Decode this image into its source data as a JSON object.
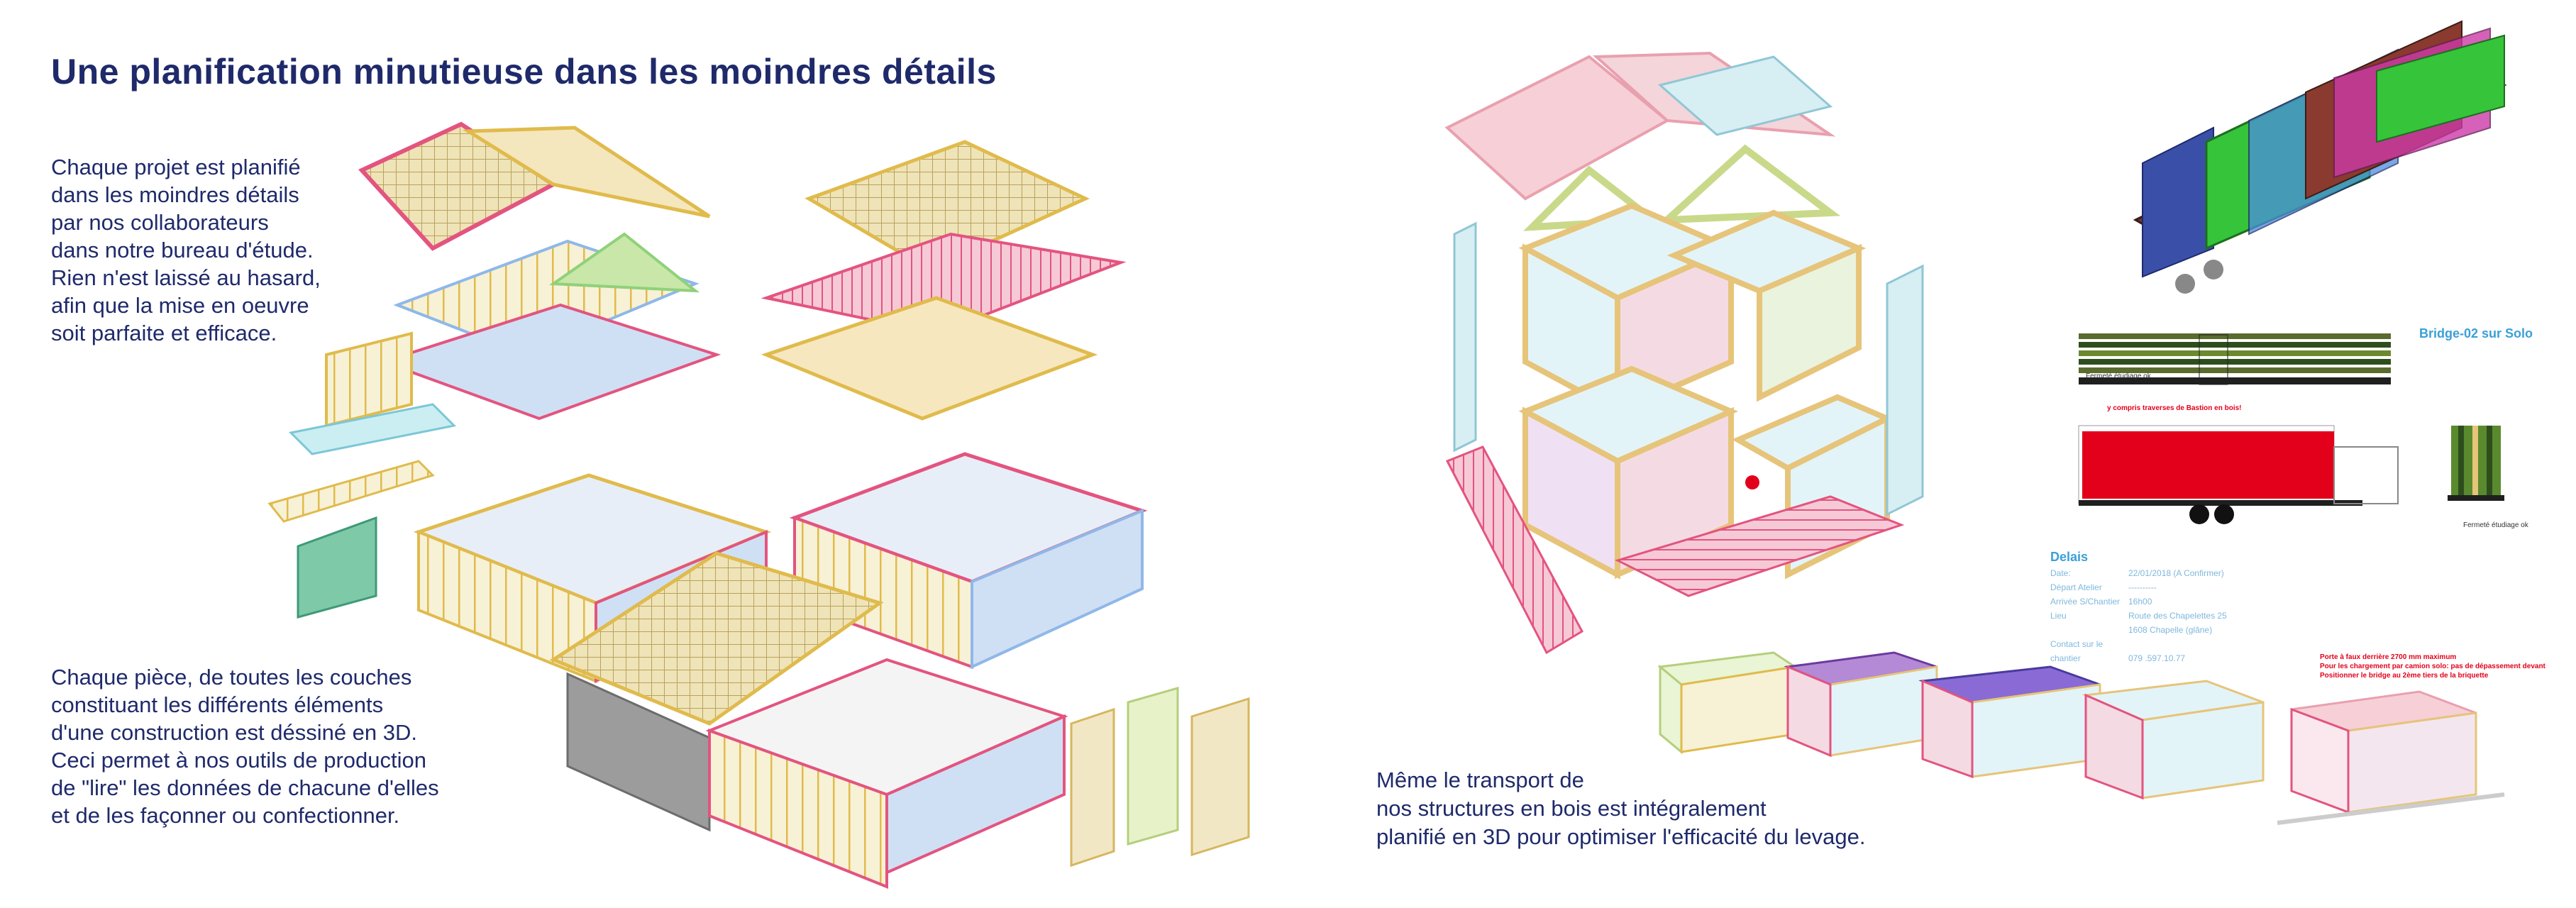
{
  "page": {
    "title": "Une planification minutieuse dans les moindres détails",
    "paragraph_1": [
      "Chaque projet est planifié",
      "dans les moindres détails",
      "par nos collaborateurs",
      "dans notre bureau d'étude.",
      "Rien n'est laissé au hasard,",
      "afin que la mise en oeuvre",
      "soit parfaite et efficace."
    ],
    "paragraph_2": [
      "Chaque pièce, de toutes les couches",
      "constituant les différents éléments",
      "d'une construction est déssiné en 3D.",
      "Ceci permet à nos outils de production",
      "de \"lire\" les données de chacune d'elles",
      "et de les façonner ou confectionner."
    ],
    "paragraph_3": [
      "Même le transport de",
      "nos structures en bois est intégralement",
      "planifié en 3D pour optimiser l'efficacité du levage."
    ]
  },
  "transport_sheet": {
    "heading": "Bridge-02 sur Solo",
    "red_note": "y compris traverses de Bastion en bois!",
    "label_left": "Fermeté étudiage ok",
    "label_right": "Fermeté étudiage ok",
    "delais_title": "Delais",
    "delais_rows": [
      [
        "Date:",
        "22/01/2018 (A Confirmer)"
      ],
      [
        "Départ Atelier",
        "----------"
      ],
      [
        "Arrivée S/Chantier",
        "16h00"
      ],
      [
        "Lieu",
        "Route des Chapelettes 25"
      ],
      [
        "",
        "1608 Chapelle (glâne)"
      ],
      [
        "Contact sur le chantier",
        "079   .597.10.77"
      ]
    ],
    "footer_red": [
      "Porte à faux derrière 2700 mm maximum",
      "Pour les chargement par camion solo: pas de dépassement devant",
      "Positionner le bridge au 2ème tiers de la briquette"
    ]
  },
  "colors": {
    "title": "#1f2a6b",
    "text": "#1f2a6b",
    "wood": "#e9c86a",
    "pink": "#e3547f",
    "blue": "#8fb8e8",
    "green": "#8fd17a",
    "red": "#e3001b",
    "sheet_blue": "#3aa0d8"
  }
}
